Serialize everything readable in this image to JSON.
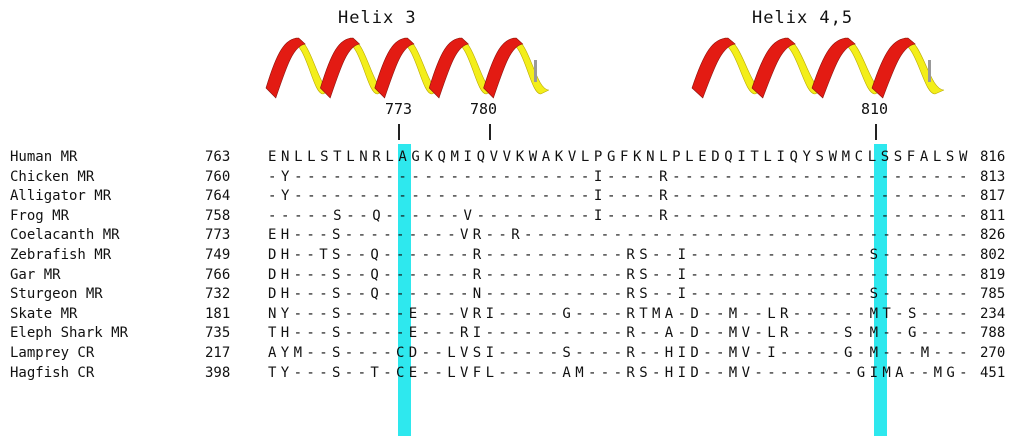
{
  "helices": [
    {
      "label": "Helix 3"
    },
    {
      "label": "Helix 4,5"
    }
  ],
  "positions": [
    "773",
    "780",
    "810"
  ],
  "colors": {
    "highlight": "#2ee8ee",
    "helix_red": "#e31b13",
    "helix_yellow": "#f3ee1a",
    "text": "#111111"
  },
  "alignment": [
    {
      "name": "Human MR",
      "start": "763",
      "seq": "ENLLSTLNRLAGKQMIQVVKWAKVLPGFKNLPLEDQITLIQYSWMCLSSFALSW",
      "end": "816"
    },
    {
      "name": "Chicken MR",
      "start": "760",
      "seq": "-Y-----------------------I----R-----------------------",
      "end": "813"
    },
    {
      "name": "Alligator MR",
      "start": "764",
      "seq": "-Y-----------------------I----R-----------------------",
      "end": "817"
    },
    {
      "name": "Frog MR",
      "start": "758",
      "seq": "-----S--Q------V---------I----R-----------------------",
      "end": "811"
    },
    {
      "name": "Coelacanth MR",
      "start": "773",
      "seq": "EH---S---------VR--R-----------------------------------",
      "end": "826"
    },
    {
      "name": "Zebrafish MR",
      "start": "749",
      "seq": "DH--TS--Q-------R-----------RS--I--------------S-------",
      "end": "802"
    },
    {
      "name": "Gar MR",
      "start": "766",
      "seq": "DH---S--Q-------R-----------RS--I----------------------",
      "end": "819"
    },
    {
      "name": "Sturgeon MR",
      "start": "732",
      "seq": "DH---S--Q-------N-----------RS--I--------------S-------",
      "end": "785"
    },
    {
      "name": "Skate MR",
      "start": "181",
      "seq": "NY---S-----E---VRI-----G----RTMA-D--M--LR------MT-S----",
      "end": "234"
    },
    {
      "name": "Eleph Shark MR",
      "start": "735",
      "seq": "TH---S-----E---RI-----------R--A-D--MV-LR----S-M--G----",
      "end": "788"
    },
    {
      "name": "Lamprey CR",
      "start": "217",
      "seq": "AYM--S----CD--LVSI-----S----R--HID--MV-I-----G-M---M---",
      "end": "270"
    },
    {
      "name": "Hagfish CR",
      "start": "398",
      "seq": "TY---S--T-CE--LVFL-----AM---RS-HID--MV--------GIMA--MG-",
      "end": "451"
    }
  ]
}
